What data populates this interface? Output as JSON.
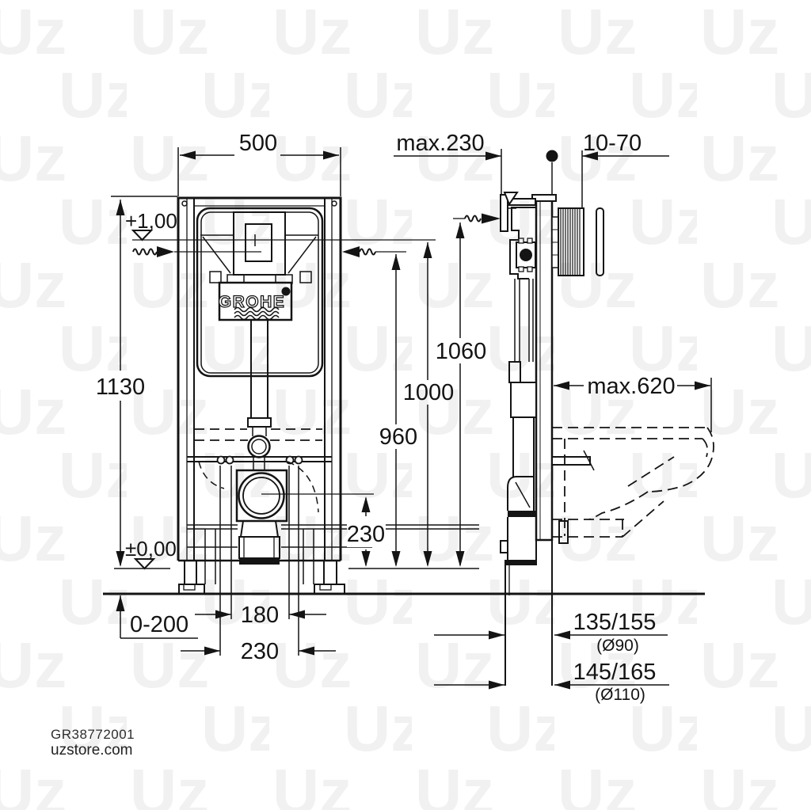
{
  "watermark": {
    "text": "Uz"
  },
  "brand": {
    "logo_text": "GROHE"
  },
  "front_view_dims": {
    "width": "500",
    "frame_height": "1130",
    "level_upper": "+1,00",
    "level_floor": "±0,00",
    "foot_adjustment": "0-200",
    "rod_spacing": "180",
    "bottom_spacing": "230",
    "drain_center_height": "230",
    "supply_height": "960",
    "reference_height": "1000",
    "top_height": "1060"
  },
  "side_view_dims": {
    "frame_depth": "max.230",
    "wall_finish_range": "10-70",
    "bowl_depth": "max.620",
    "drain_offset_small": "135/155",
    "drain_offset_small_dia": "(Ø90)",
    "drain_offset_large": "145/165",
    "drain_offset_large_dia": "(Ø110)"
  },
  "footer": {
    "product_code": "GR38772001",
    "website": "uzstore.com"
  }
}
